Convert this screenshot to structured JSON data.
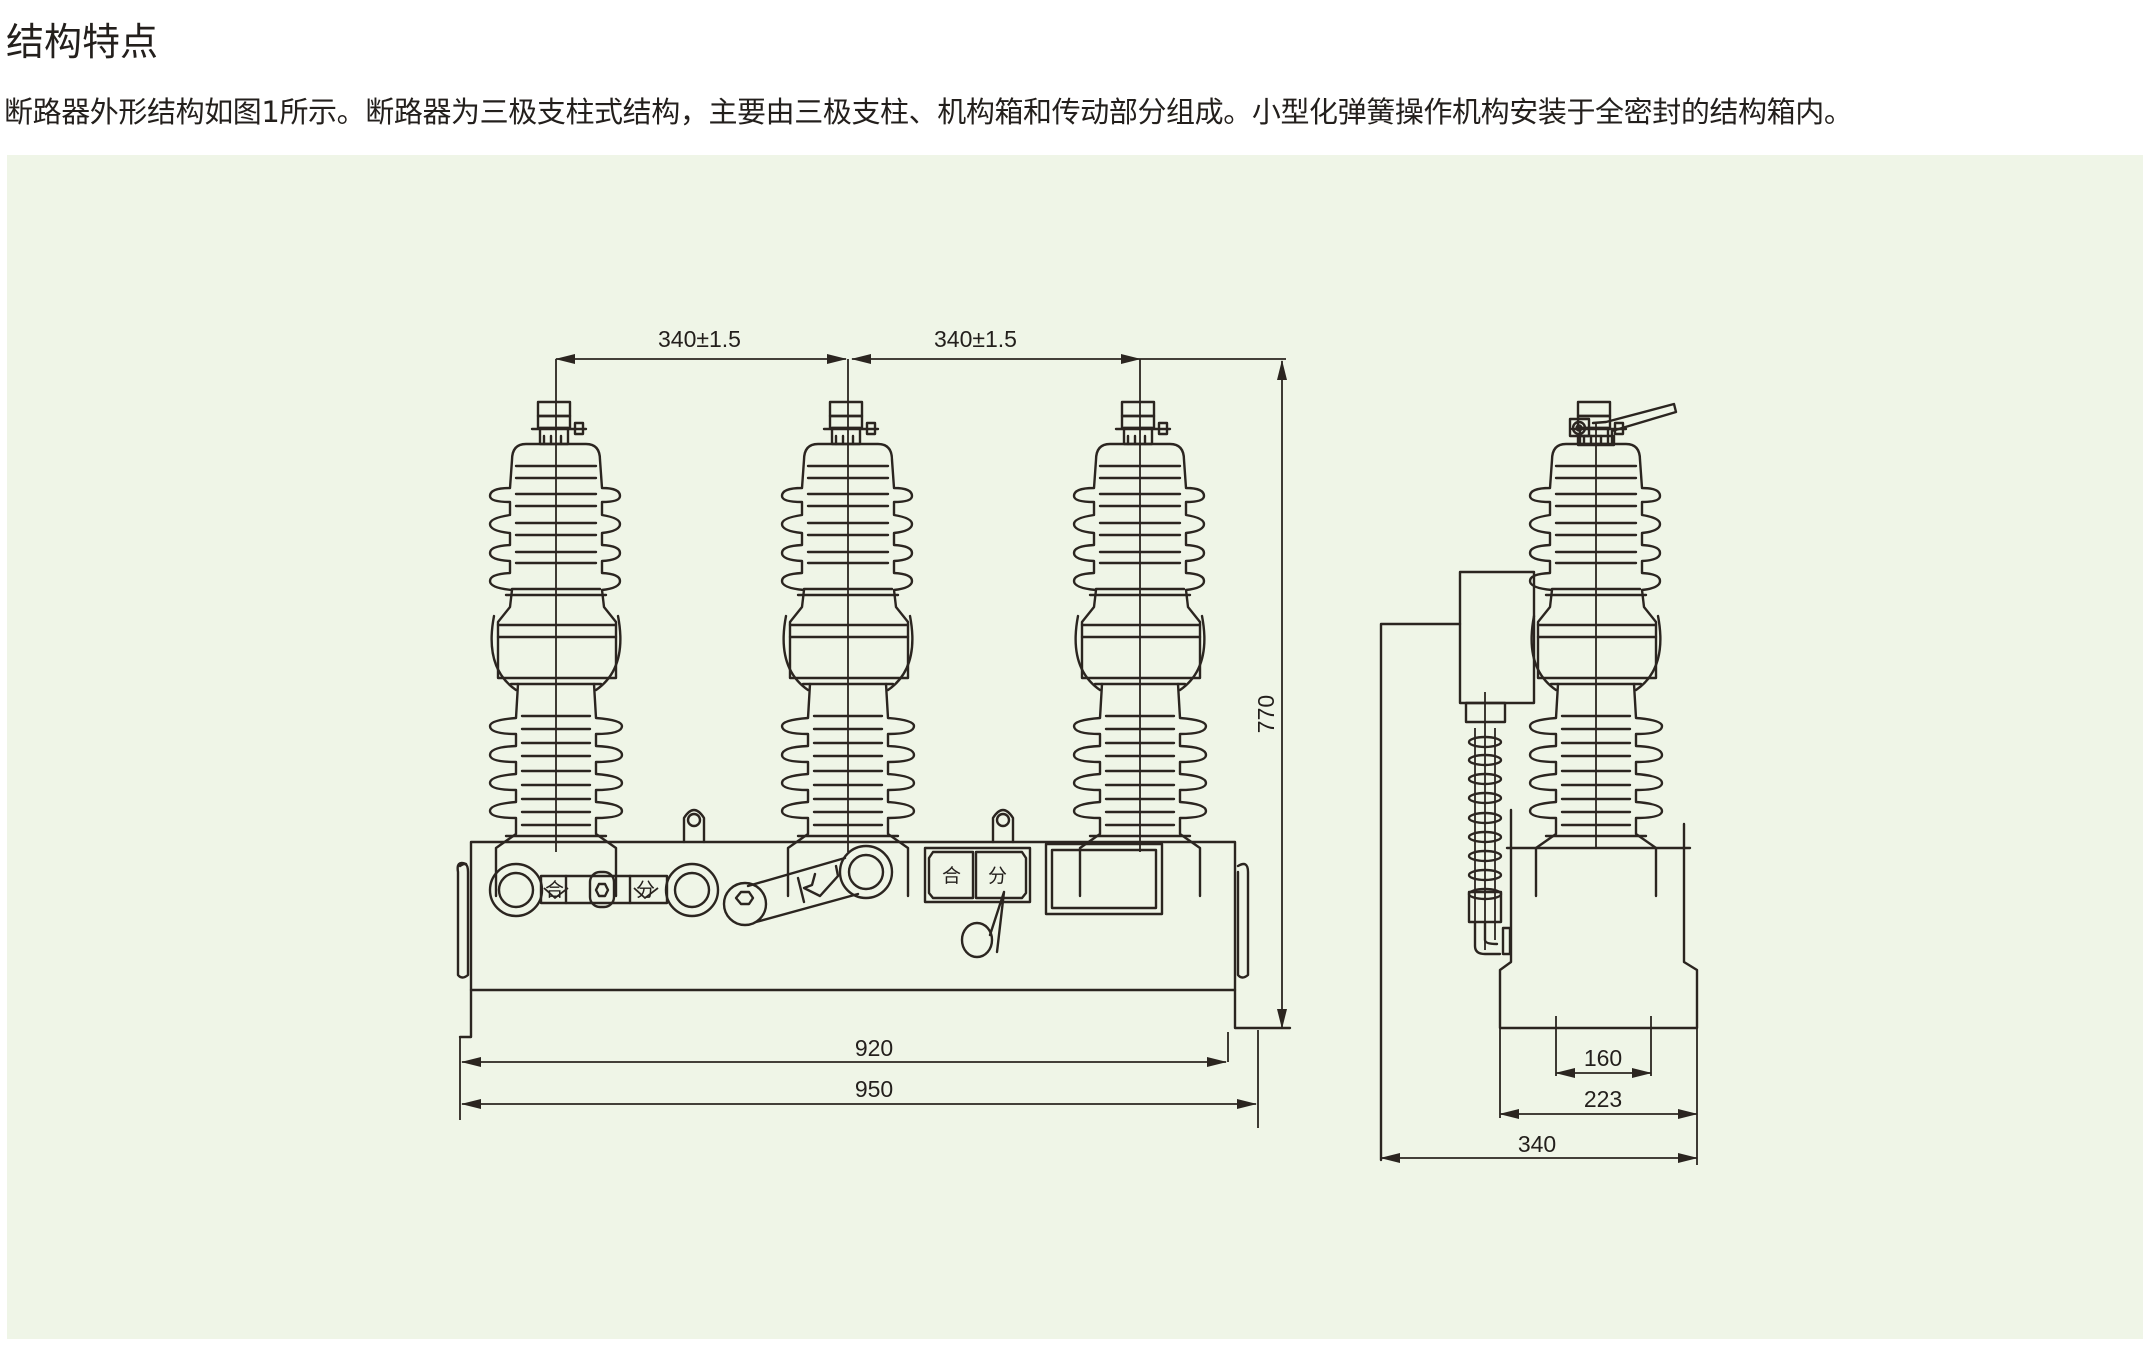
{
  "heading": "结构特点",
  "description": "断路器外形结构如图1所示。断路器为三极支柱式结构，主要由三极支柱、机构箱和传动部分组成。小型化弹簧操作机构安装于全密封的结构箱内。",
  "colors": {
    "panel_background": "#eff5e7",
    "line": "#2b2520"
  },
  "front_view": {
    "pole_spacing_1": "340±1.5",
    "pole_spacing_2": "340±1.5",
    "overall_height": "770",
    "width_inner": "920",
    "width_overall": "950",
    "button_close": "合",
    "button_open": "分",
    "indicator_close": "合",
    "indicator_open": "分"
  },
  "side_view": {
    "mount_spacing": "160",
    "base_width": "223",
    "overall_depth": "340"
  }
}
